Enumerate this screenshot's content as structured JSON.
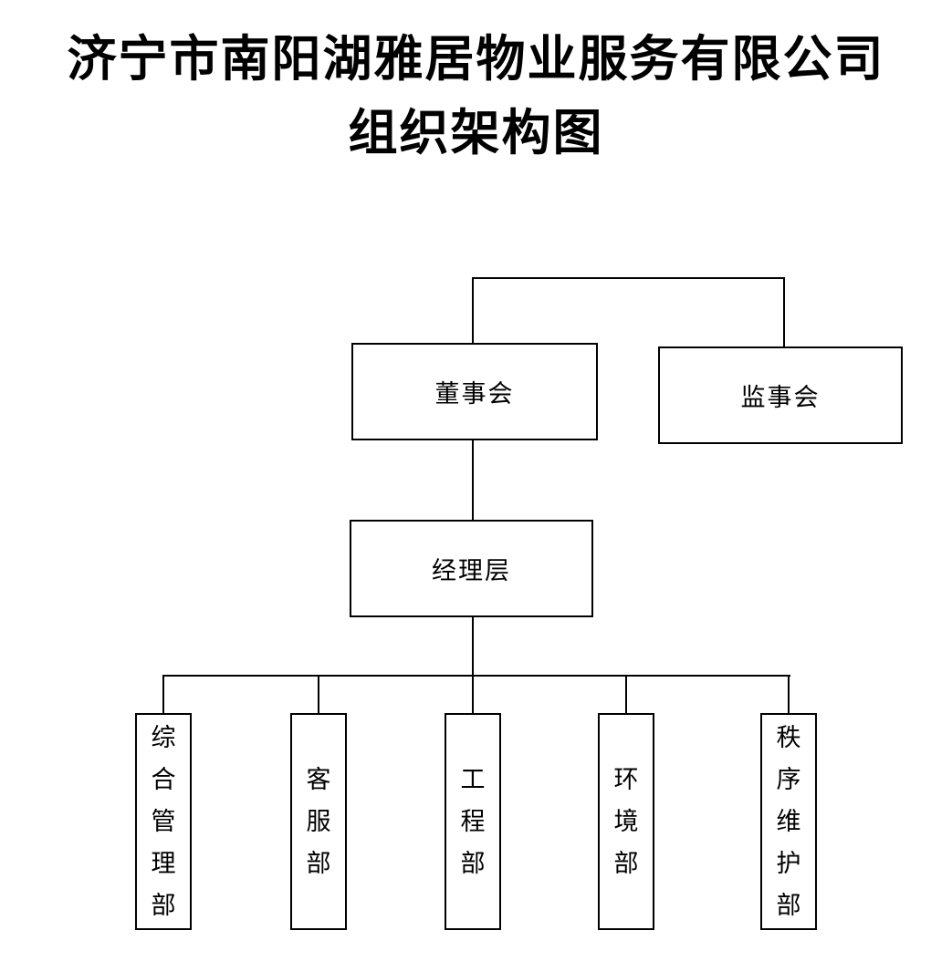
{
  "page": {
    "title_line1": "济宁市南阳湖雅居物业服务有限公司",
    "title_line2": "组织架构图"
  },
  "org_chart": {
    "top_nodes": [
      {
        "id": "board-of-directors",
        "label": "董事会"
      },
      {
        "id": "supervisory-board",
        "label": "监事会"
      }
    ],
    "middle_node": {
      "id": "management-level",
      "label": "经理层"
    },
    "departments": [
      {
        "id": "general-management-dept",
        "label": "综合管理部"
      },
      {
        "id": "customer-service-dept",
        "label": "客服部"
      },
      {
        "id": "engineering-dept",
        "label": "工程部"
      },
      {
        "id": "environment-dept",
        "label": "环境部"
      },
      {
        "id": "order-maintenance-dept",
        "label": "秩序维护部"
      }
    ],
    "colors": {
      "line": "#000000",
      "box_border": "#000000",
      "background": "#ffffff",
      "text": "#000000"
    }
  }
}
